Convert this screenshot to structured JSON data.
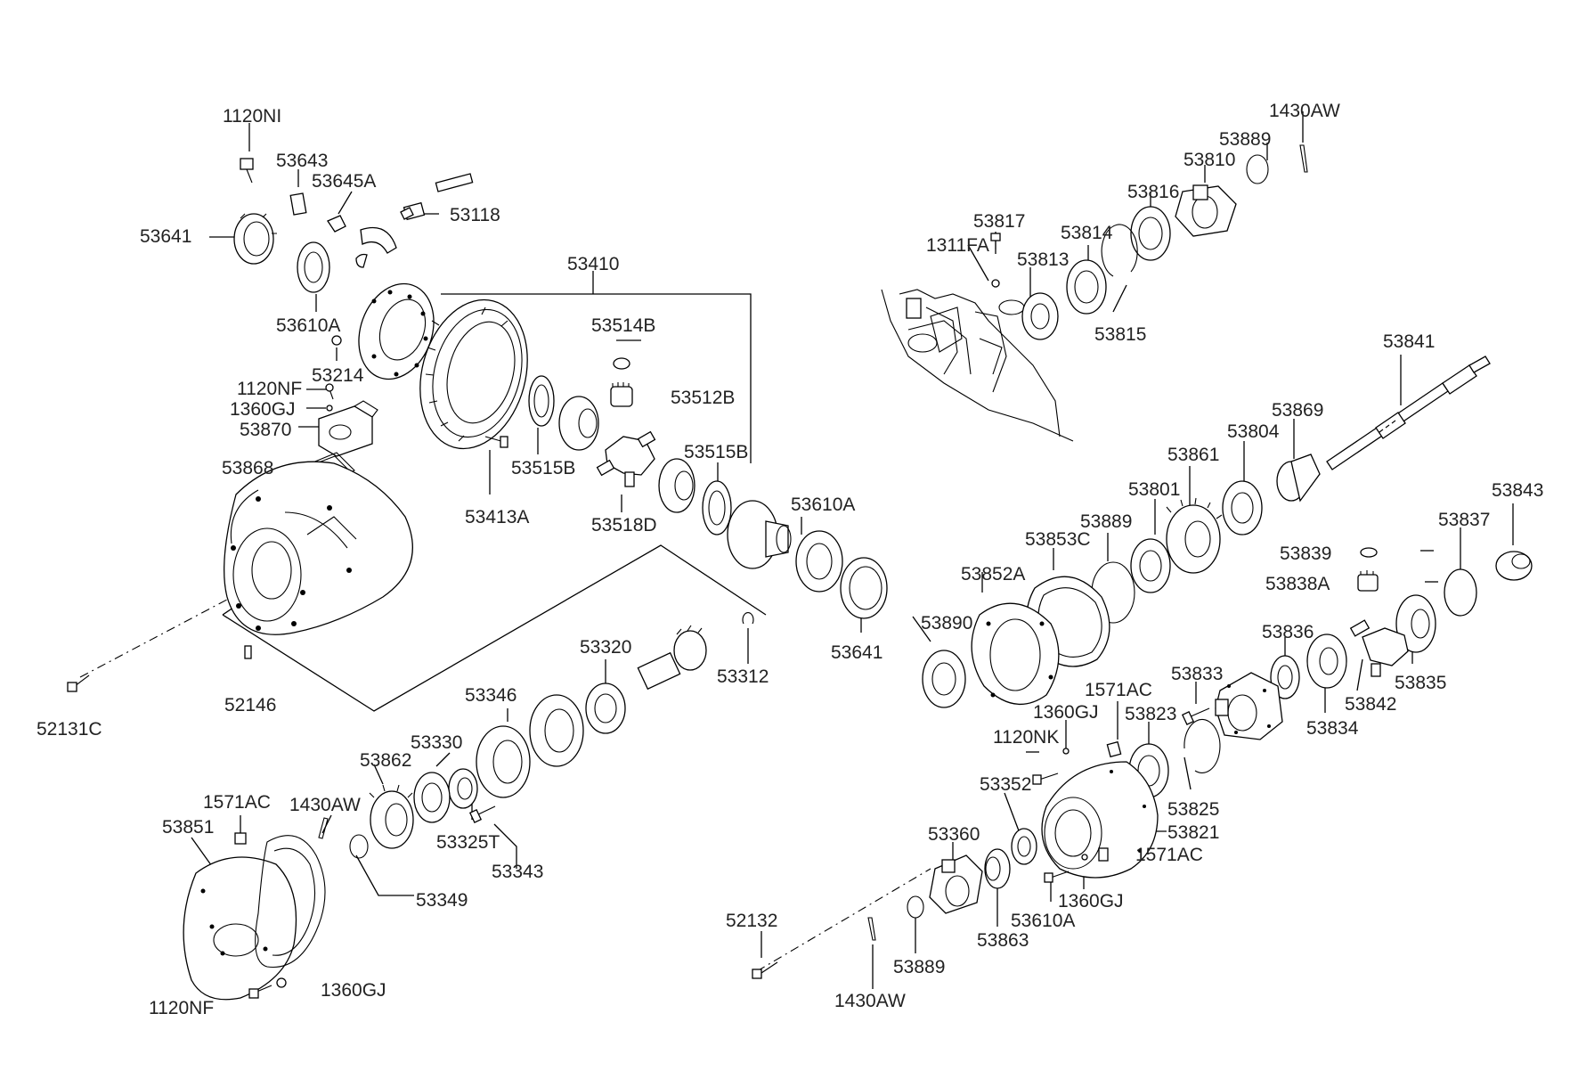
{
  "labels": {
    "p1120NI": "1120NI",
    "p53643": "53643",
    "p53645A": "53645A",
    "p53118": "53118",
    "p53641a": "53641",
    "p53610Aa": "53610A",
    "p53410": "53410",
    "p53214": "53214",
    "p1120NFa": "1120NF",
    "p1360GJa": "1360GJ",
    "p53870": "53870",
    "p53514B": "53514B",
    "p53512B": "53512B",
    "p53515Ba": "53515B",
    "p53515Bb": "53515B",
    "p53868": "53868",
    "p53413A": "53413A",
    "p53518D": "53518D",
    "p53610Ab": "53610A",
    "p53641b": "53641",
    "p53320": "53320",
    "p53312": "53312",
    "p52146": "52146",
    "p52131C": "52131C",
    "p53346": "53346",
    "p53330": "53330",
    "p53862": "53862",
    "p1571ACa": "1571AC",
    "p1430AWa": "1430AW",
    "p53851": "53851",
    "p53325T": "53325T",
    "p53343": "53343",
    "p53349": "53349",
    "p1120NFb": "1120NF",
    "p1360GJb": "1360GJ",
    "p1430AWb": "1430AW",
    "p53889a": "53889",
    "p53810": "53810",
    "p53816": "53816",
    "p53817": "53817",
    "p1311FA": "1311FA",
    "p53814": "53814",
    "p53813": "53813",
    "p53815": "53815",
    "p53841": "53841",
    "p53869": "53869",
    "p53804": "53804",
    "p53861": "53861",
    "p53801": "53801",
    "p53889b": "53889",
    "p53853C": "53853C",
    "p53852A": "53852A",
    "p53843": "53843",
    "p53837": "53837",
    "p53839": "53839",
    "p53838A": "53838A",
    "p53890": "53890",
    "p53836": "53836",
    "p53835": "53835",
    "p53833": "53833",
    "p1571ACb": "1571AC",
    "p53842": "53842",
    "p53834": "53834",
    "p1360GJc": "1360GJ",
    "p53823": "53823",
    "p1120NK": "1120NK",
    "p53352": "53352",
    "p53825": "53825",
    "p53821": "53821",
    "p53360": "53360",
    "p1571ACc": "1571AC",
    "p1360GJd": "1360GJ",
    "p53610Ac": "53610A",
    "p52132": "52132",
    "p53863": "53863",
    "p53889c": "53889",
    "p1430AWc": "1430AW"
  }
}
